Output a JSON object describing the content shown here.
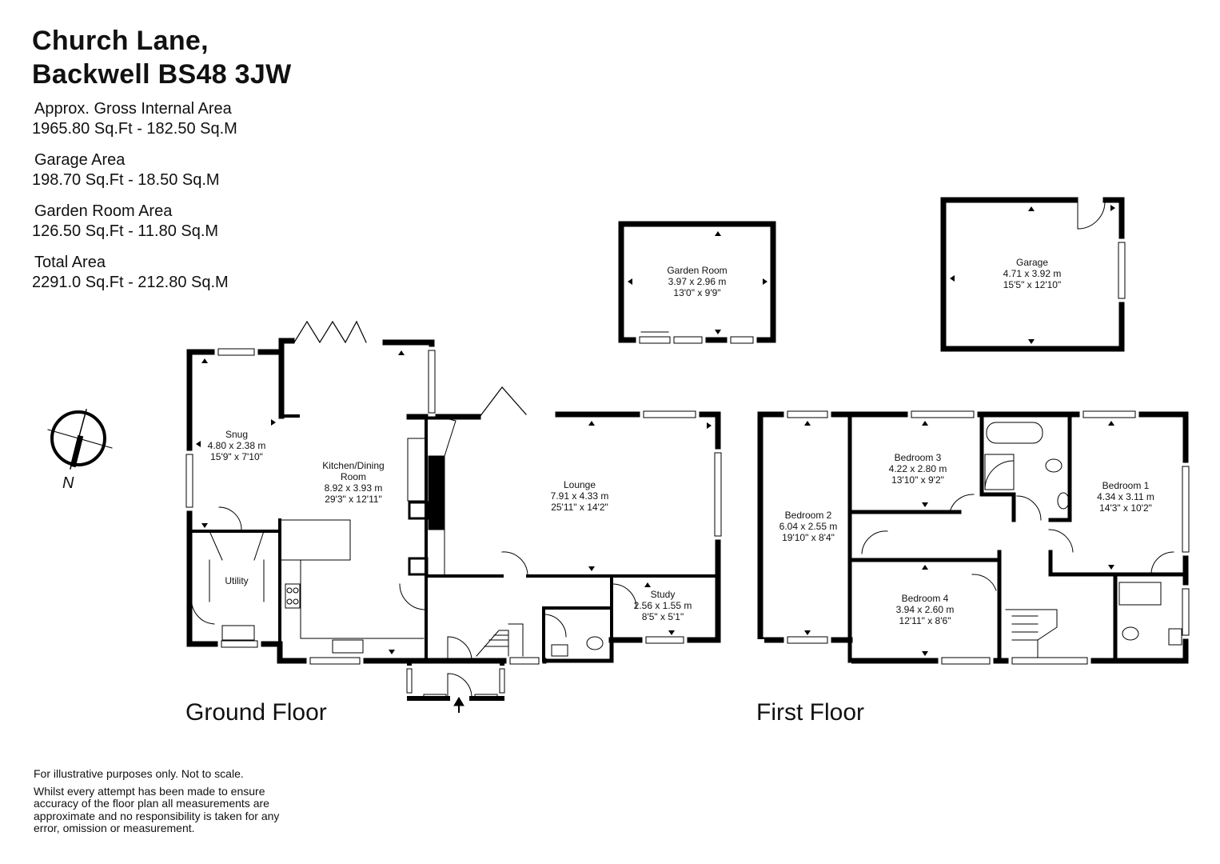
{
  "header": {
    "title_line1": "Church Lane,",
    "title_line2": "Backwell BS48 3JW"
  },
  "areas": [
    {
      "label": "Approx. Gross Internal Area",
      "value": "1965.80 Sq.Ft - 182.50 Sq.M"
    },
    {
      "label": "Garage Area",
      "value": "198.70 Sq.Ft - 18.50 Sq.M"
    },
    {
      "label": "Garden Room Area",
      "value": "126.50 Sq.Ft - 11.80 Sq.M"
    },
    {
      "label": "Total Area",
      "value": "2291.0 Sq.Ft - 212.80 Sq.M"
    }
  ],
  "floors": {
    "ground": "Ground Floor",
    "first": "First Floor"
  },
  "compass": {
    "north": "N"
  },
  "rooms": {
    "snug": [
      "Snug",
      "4.80 x 2.38 m",
      "15'9\" x 7'10\""
    ],
    "kitchen": [
      "Kitchen/Dining",
      "Room",
      "8.92 x 3.93 m",
      "29'3\" x 12'11\""
    ],
    "lounge": [
      "Lounge",
      "7.91 x 4.33 m",
      "25'11\" x 14'2\""
    ],
    "utility": [
      "Utility"
    ],
    "study": [
      "Study",
      "2.56 x 1.55 m",
      "8'5\" x 5'1\""
    ],
    "garden_room": [
      "Garden Room",
      "3.97 x 2.96 m",
      "13'0\" x 9'9\""
    ],
    "garage": [
      "Garage",
      "4.71 x 3.92 m",
      "15'5\" x 12'10\""
    ],
    "bedroom2": [
      "Bedroom 2",
      "6.04 x 2.55 m",
      "19'10\" x 8'4\""
    ],
    "bedroom3": [
      "Bedroom 3",
      "4.22 x 2.80 m",
      "13'10\" x 9'2\""
    ],
    "bedroom1": [
      "Bedroom 1",
      "4.34 x 3.11 m",
      "14'3\" x 10'2\""
    ],
    "bedroom4": [
      "Bedroom 4",
      "3.94 x 2.60 m",
      "12'11\" x 8'6\""
    ]
  },
  "disclaimer": {
    "line1": "For illustrative purposes only. Not to scale.",
    "line2": "Whilst every attempt has been made to ensure accuracy of the floor plan all measurements are approximate and no responsibility is taken for any error, omission or measurement."
  }
}
